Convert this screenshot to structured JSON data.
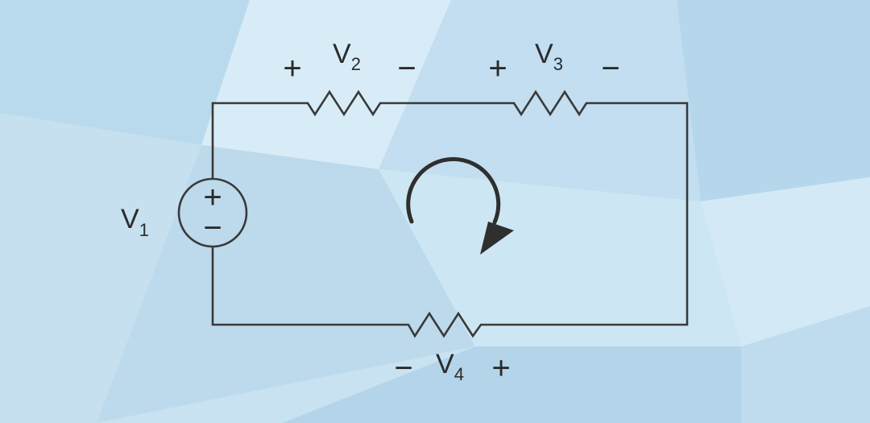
{
  "diagram": {
    "source": {
      "name": "V",
      "subscript": "1",
      "plus": "+",
      "minus": "−"
    },
    "resistors": [
      {
        "name": "V",
        "subscript": "2",
        "left_sign": "+",
        "right_sign": "−"
      },
      {
        "name": "V",
        "subscript": "3",
        "left_sign": "+",
        "right_sign": "−"
      },
      {
        "name": "V",
        "subscript": "4",
        "left_sign": "−",
        "right_sign": "+"
      }
    ],
    "loop_direction": "clockwise",
    "colors": {
      "background": "#cfe6f3",
      "wire": "#3a3a3a",
      "text": "#2b2b2b"
    }
  }
}
